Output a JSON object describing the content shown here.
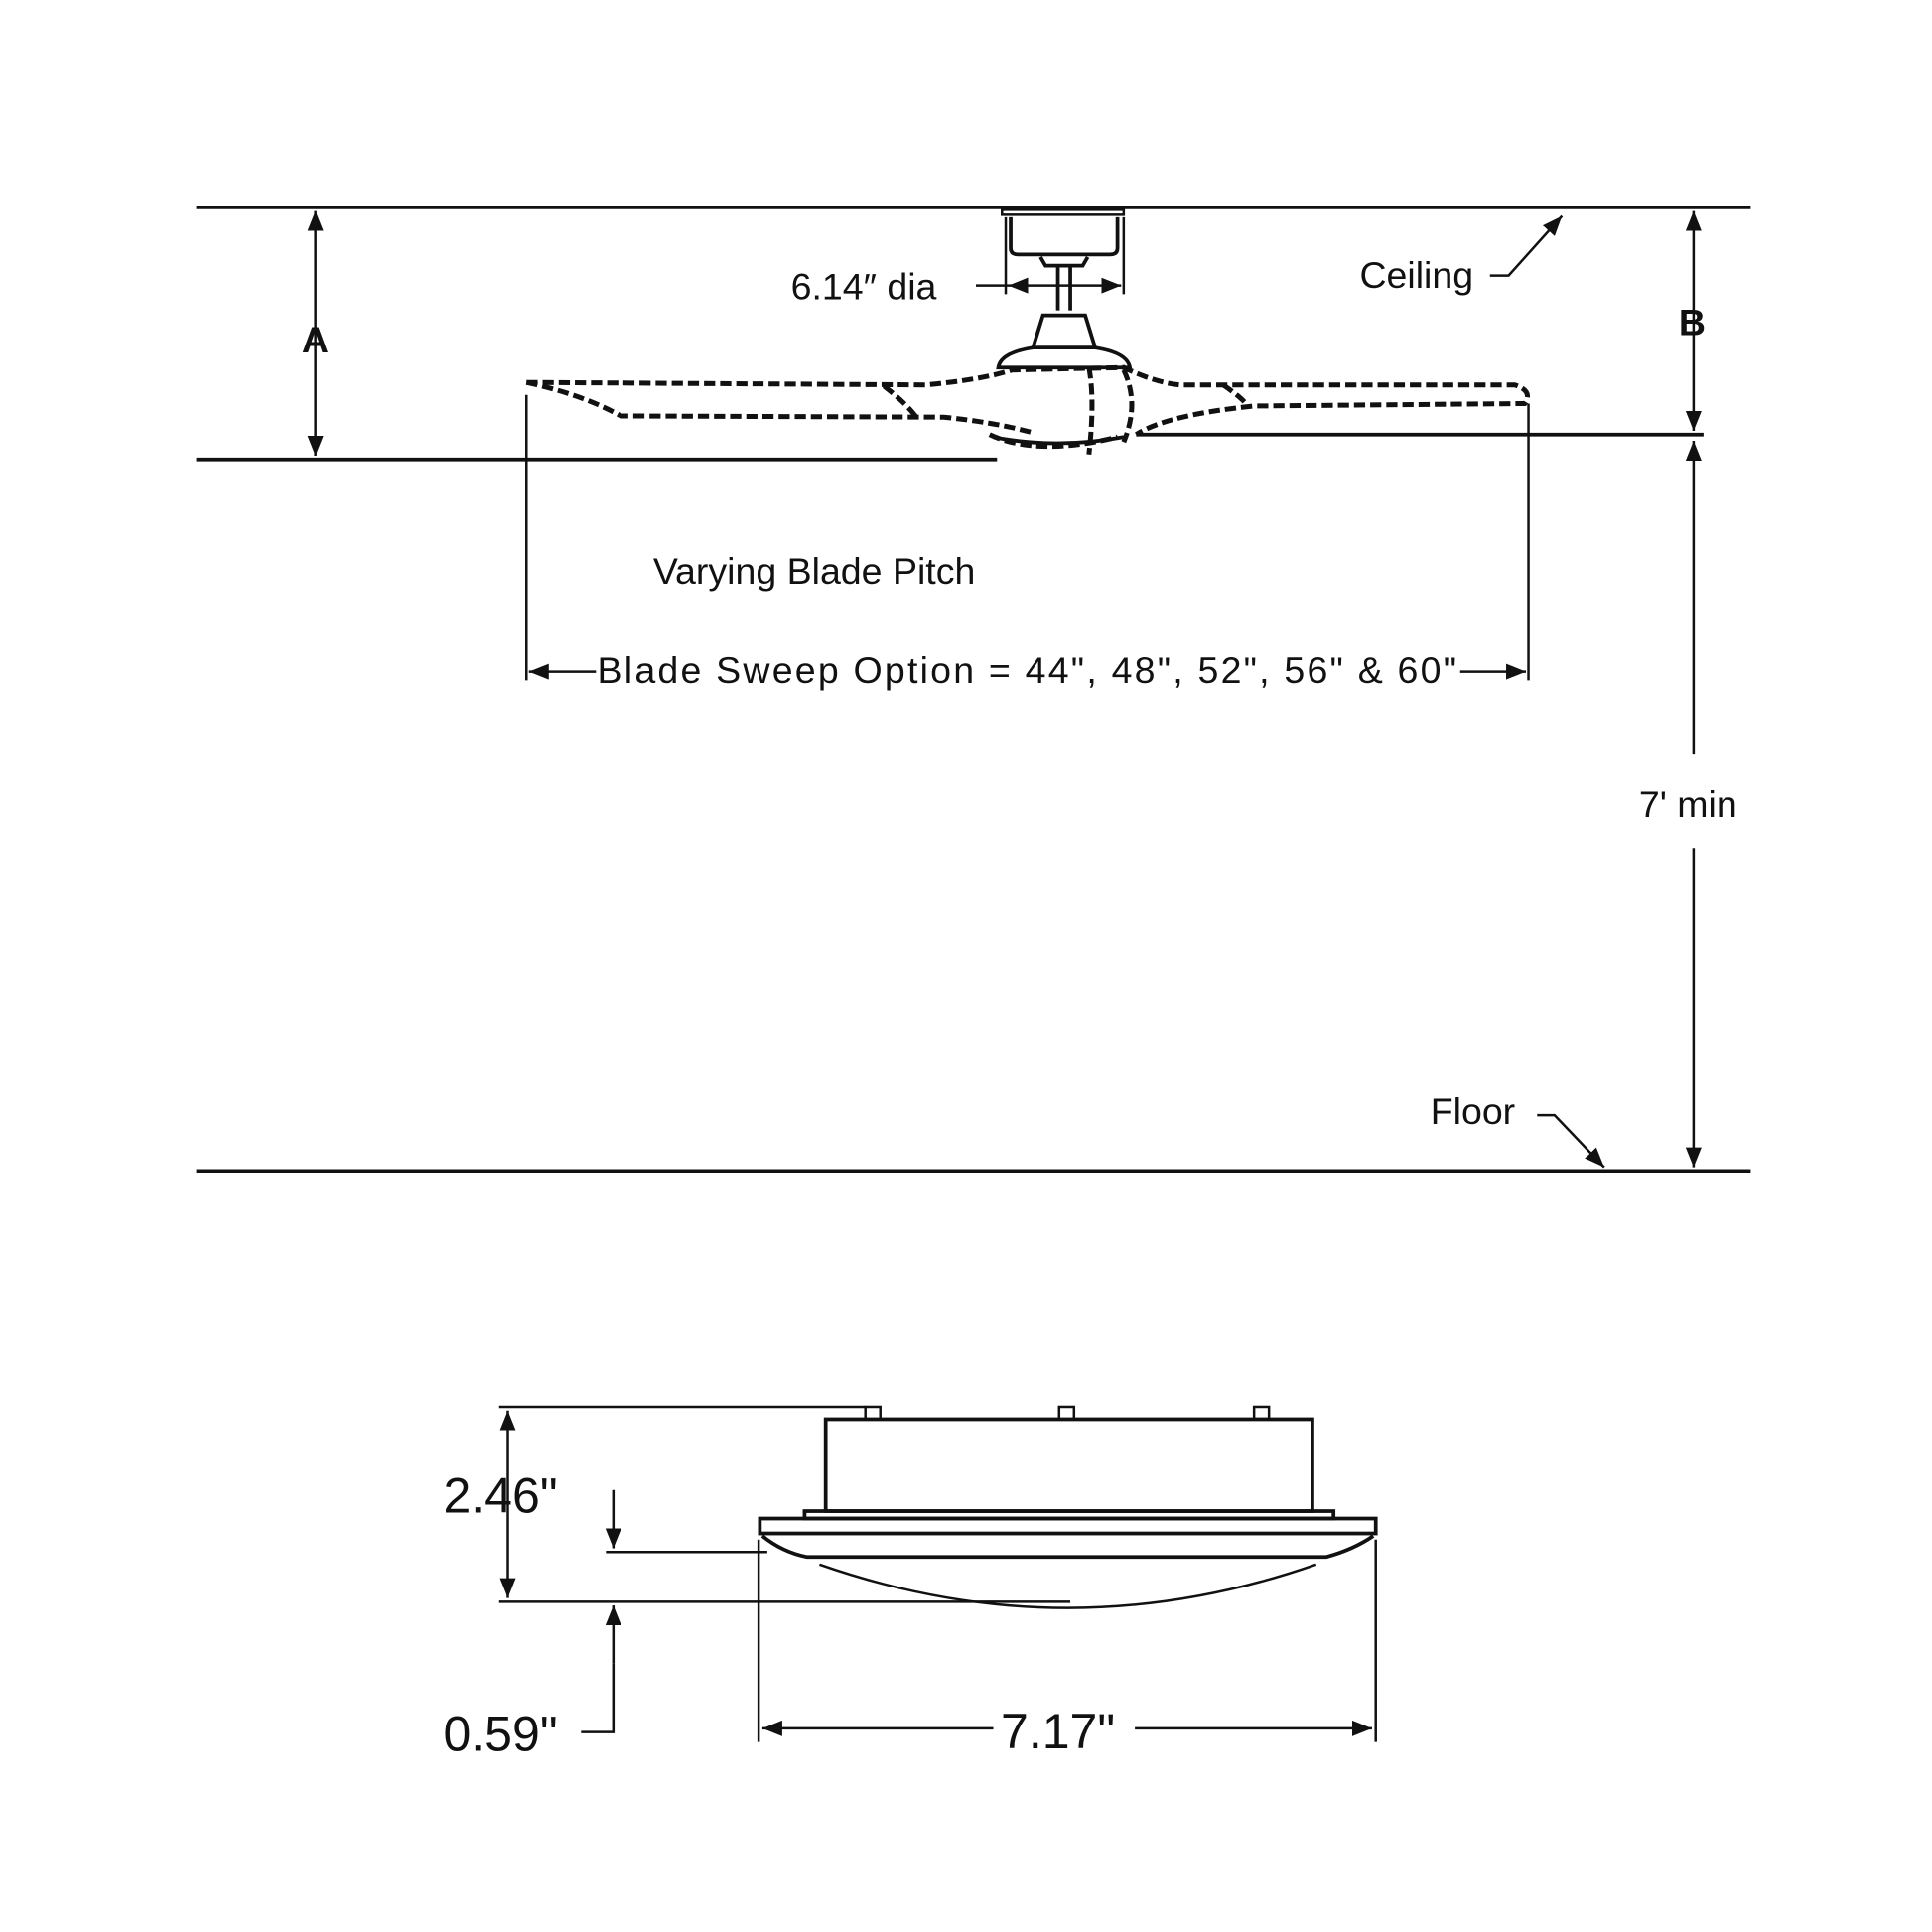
{
  "side_view": {
    "label_a": "A",
    "label_b": "B",
    "ceiling_label": "Ceiling",
    "floor_label": "Floor",
    "canopy_diameter": "6.14″ dia",
    "blade_pitch_note": "Varying Blade Pitch",
    "blade_sweep": "Blade Sweep Option = 44\", 48\", 52\", 56\" & 60\"",
    "min_height": "7' min"
  },
  "light_kit": {
    "height": "2.46\"",
    "lens_depth": "0.59\"",
    "width": "7.17\""
  },
  "colors": {
    "line": "#111111",
    "background": "#ffffff"
  }
}
